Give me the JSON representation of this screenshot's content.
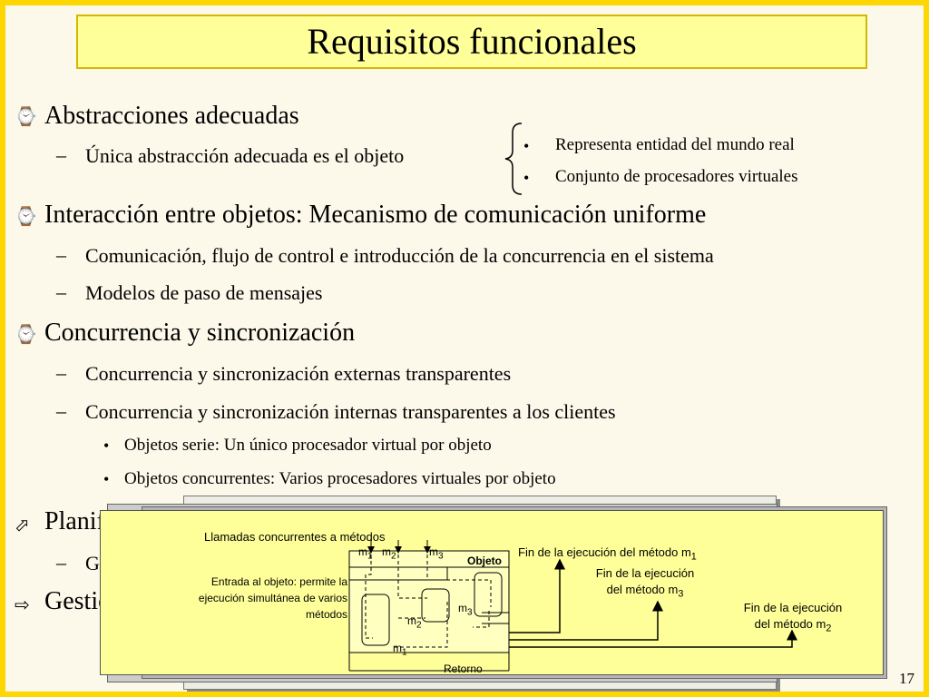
{
  "title": "Requisitos funcionales",
  "bullets": [
    {
      "icon": "clock-icon",
      "text": "Abstracciones adecuadas"
    },
    {
      "icon": "clock-icon",
      "text": "Interacción entre objetos: Mecanismo de comunicación uniforme"
    },
    {
      "icon": "clock-icon",
      "text": "Concurrencia y sincronización"
    },
    {
      "icon": "arrow-icon",
      "text": "Planificación"
    },
    {
      "icon": "arrow-icon",
      "text": "Gestión de recursos"
    }
  ],
  "sub": {
    "abstraccion": "Única abstracción adecuada es el objeto",
    "comunicacion": "Comunicación, flujo de control e introducción de la concurrencia en el sistema",
    "mensajes": "Modelos de paso de mensajes",
    "externas": "Concurrencia y sincronización externas transparentes",
    "internas": "Concurrencia y sincronización internas transparentes a los clientes",
    "gestion_partial": "G"
  },
  "side_points": [
    "Representa entidad del mundo real",
    "Conjunto de procesadores virtuales"
  ],
  "sub_sub": [
    "Objetos serie: Un único procesador virtual por objeto",
    "Objetos concurrentes: Varios procesadores virtuales por objeto"
  ],
  "diagram": {
    "calls_label": "Llamadas concurrentes a métodos",
    "entry_label_lines": [
      "Entrada al objeto: permite la",
      "ejecución simultánea de varios",
      "métodos"
    ],
    "object_label": "Objeto",
    "return_label": "Retorno",
    "end_m1": "Fin de la ejecución del método m",
    "end_m3_lines": [
      "Fin de la ejecución",
      "del método m"
    ],
    "end_m2_lines": [
      "Fin de la ejecución",
      "del método m"
    ],
    "m": "m",
    "sub1": "1",
    "sub2": "2",
    "sub3": "3"
  },
  "page_number": "17",
  "colors": {
    "frame": "#FFD700",
    "title_bg": "#FFFF99",
    "panel_bg": "#FFFF99"
  }
}
